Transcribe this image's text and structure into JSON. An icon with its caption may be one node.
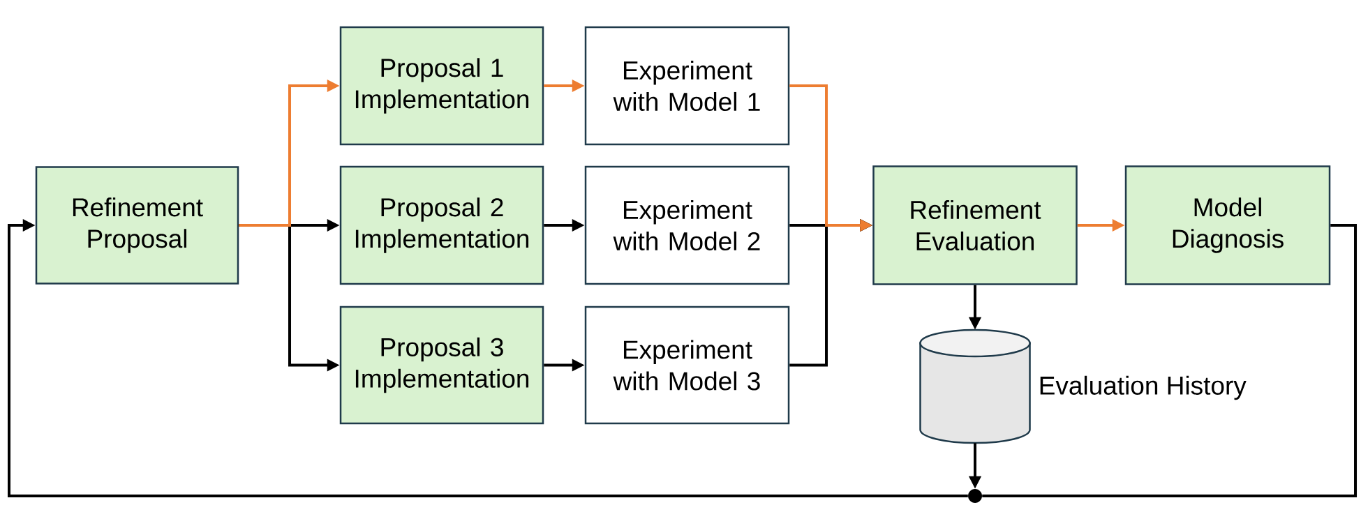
{
  "diagram": {
    "nodes": [
      {
        "text": [
          "Refinement Proposal"
        ]
      },
      {
        "text": [
          "Proposal 1 Implementation"
        ]
      },
      {
        "text": [
          "Experiment with Model 1"
        ]
      },
      {
        "text": [
          "Proposal 2 Implementation"
        ]
      },
      {
        "text": [
          "Experiment with Model 2"
        ]
      },
      {
        "text": [
          "Proposal 3 Implementation"
        ]
      },
      {
        "text": [
          "Experiment with Model 3"
        ]
      },
      {
        "text": [
          "Refinement Evaluation"
        ]
      },
      {
        "text": [
          "Model Diagnosis"
        ]
      },
      {
        "text": [],
        "shape": "cylinder",
        "beside": [
          "Evaluation History"
        ]
      },
      {
        "text": [],
        "shape": "circle"
      }
    ],
    "edges": [
      {
        "from": 0,
        "to": 1,
        "arrow": "to",
        "color": "#ed7d31"
      },
      {
        "from": 0,
        "to": 3,
        "arrow": "to"
      },
      {
        "from": 0,
        "to": 5,
        "arrow": "to"
      },
      {
        "from": 1,
        "to": 2,
        "arrow": "to",
        "color": "#ed7d31"
      },
      {
        "from": 3,
        "to": 4,
        "arrow": "to"
      },
      {
        "from": 5,
        "to": 6,
        "arrow": "to"
      },
      {
        "from": 2,
        "to": 7,
        "arrow": "to",
        "color": "#ed7d31"
      },
      {
        "from": 4,
        "to": 7,
        "arrow": "to"
      },
      {
        "from": 6,
        "to": 7,
        "arrow": "to"
      },
      {
        "from": 7,
        "to": 8,
        "arrow": "to",
        "color": "#ed7d31"
      },
      {
        "from": 7,
        "to": 9,
        "arrow": "to"
      },
      {
        "from": 9,
        "to": 10,
        "arrow": "to"
      },
      {
        "from": 8,
        "to": 10,
        "arrow": "none"
      },
      {
        "from": 10,
        "to": 0,
        "arrow": "to"
      }
    ]
  }
}
